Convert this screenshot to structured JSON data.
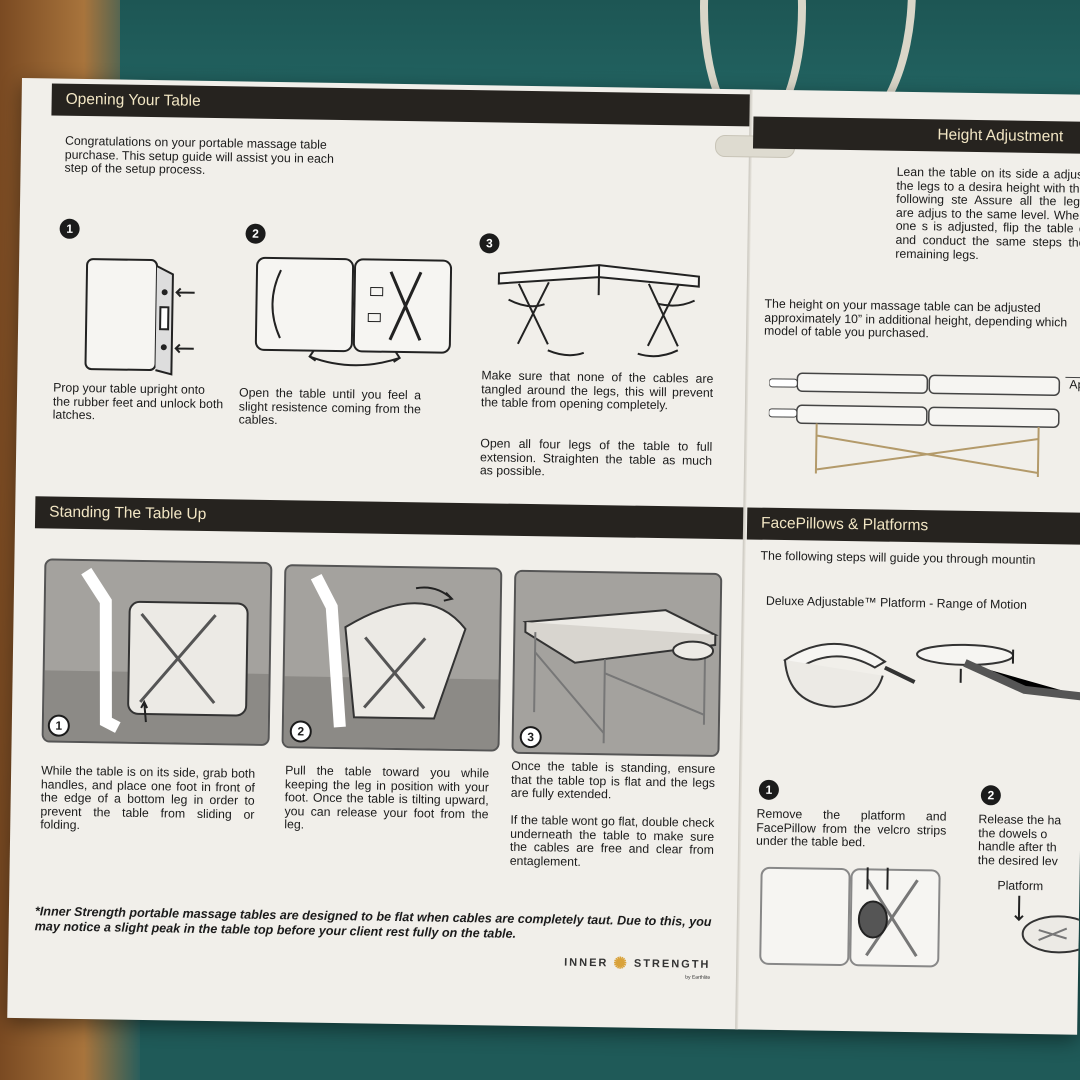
{
  "opening": {
    "header": "Opening Your Table",
    "intro": "Congratulations on your portable massage table purchase. This setup guide will assist you in each step of the setup process.",
    "steps": [
      {
        "number": "1",
        "text": "Prop your table upright onto the rubber feet and unlock both latches."
      },
      {
        "number": "2",
        "text": "Open the table until you feel a slight resistence coming from the cables."
      },
      {
        "number": "3",
        "text": "Make sure that none of the cables are tangled around the legs, this will prevent the table from opening completely.",
        "text2": "Open all four legs of the table to full extension. Straighten the table as much as possible."
      }
    ]
  },
  "height": {
    "header": "Height Adjustment",
    "para1": "Lean the table on its side a adjust the legs to a desira height with the following ste Assure all the legs are adjus to the same level. When one s is adjusted, flip the table o and conduct the same steps the remaining legs.",
    "para2": "The height on your massage table can be adjusted approximately 10” in additional height, depending which model of table you purchased.",
    "label_ap": "Ap"
  },
  "standing": {
    "header": "Standing The Table Up",
    "steps": [
      {
        "number": "1",
        "text": "While the table is on its side, grab both handles, and place one foot in front of the edge of a bottom leg in order to prevent the table from sliding or folding."
      },
      {
        "number": "2",
        "text": "Pull the table toward you while keeping the leg in position with your foot. Once the table is tilting upward, you can release your foot from the leg."
      },
      {
        "number": "3",
        "text": "Once the table is standing, ensure that the table top is flat and the legs are fully extended.",
        "text2": "If the table wont go flat, double check underneath the table to make sure the cables are free and clear from entaglement."
      }
    ]
  },
  "face": {
    "header": "FacePillows & Platforms",
    "intro": "The following steps will guide you through mountin",
    "platform_title": "Deluxe Adjustable™ Platform - Range of Motion",
    "steps": [
      {
        "number": "1",
        "text": "Remove the platform and FacePillow from the velcro strips under the table bed."
      },
      {
        "number": "2",
        "text": "Release the ha the dowels o handle after th the desired lev"
      }
    ],
    "platform_label": "Platform"
  },
  "footnote": "*Inner Strength portable massage tables are designed to be flat when cables are completely taut. Due to this, you may notice a slight peak in the table top before your client rest fully on the table.",
  "brand": {
    "left": "Inner",
    "right": "Strength",
    "sub": "by Earthlite"
  },
  "colors": {
    "header_bg": "#26231f",
    "header_text": "#f2e6c4",
    "paper": "#f1efea",
    "background": "#1f5a58"
  }
}
